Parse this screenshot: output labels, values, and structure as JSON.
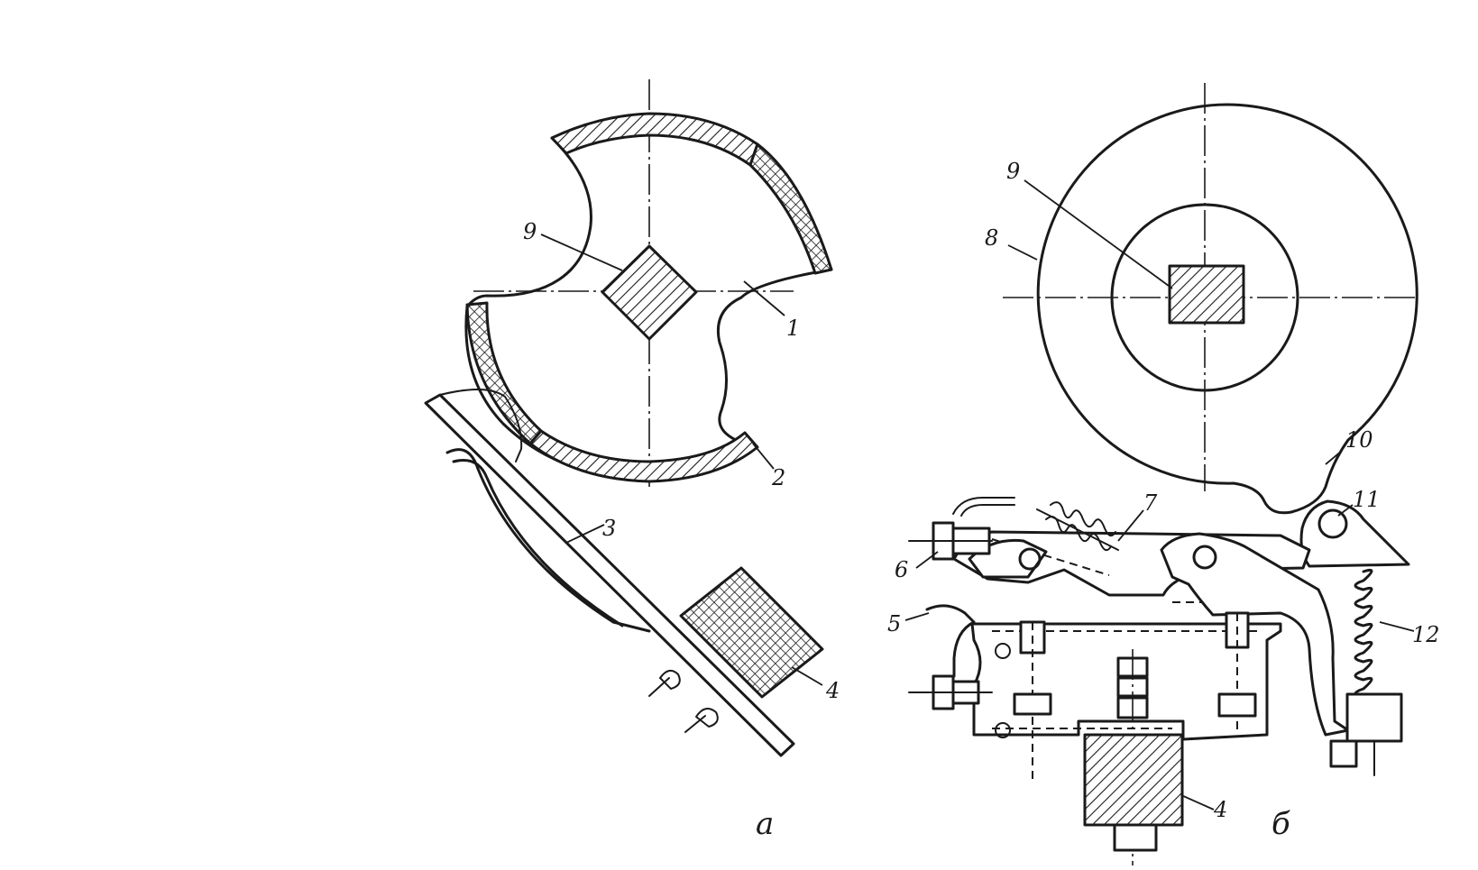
{
  "panels": [
    {
      "id": "a",
      "label": "а"
    },
    {
      "id": "b",
      "label": "б"
    }
  ],
  "callouts": {
    "a": [
      "9",
      "1",
      "2",
      "3",
      "4"
    ],
    "b": [
      "9",
      "8",
      "10",
      "11",
      "7",
      "6",
      "5",
      "12",
      "4"
    ]
  },
  "colors": {
    "ink": "#1a1a1a",
    "paper": "#ffffff"
  }
}
